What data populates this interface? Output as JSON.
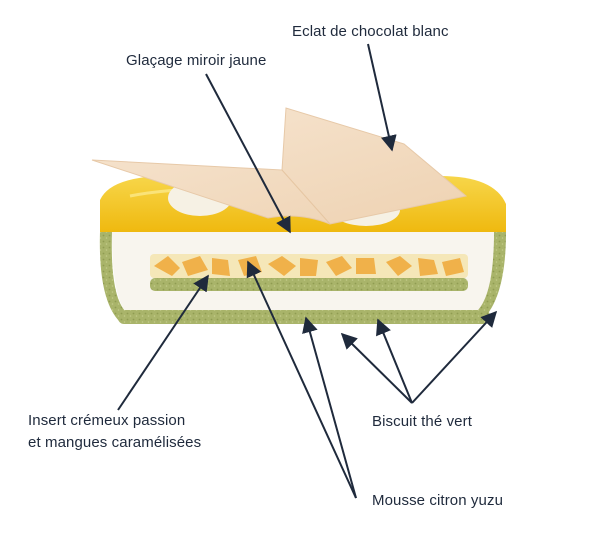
{
  "labels": {
    "eclat": "Eclat de chocolat blanc",
    "glacage": "Glaçage miroir jaune",
    "insert_line1": "Insert crémeux passion",
    "insert_line2": "et mangues caramélisées",
    "biscuit": "Biscuit thé vert",
    "mousse": "Mousse citron yuzu"
  },
  "colors": {
    "arrow": "#1f2a3c",
    "glaze": "#f2c21a",
    "mousse": "#f7f4ec",
    "biscuit": "#a9b46a",
    "chocolate_shard": "#f3dcc2",
    "mango": "#f0b14a"
  }
}
